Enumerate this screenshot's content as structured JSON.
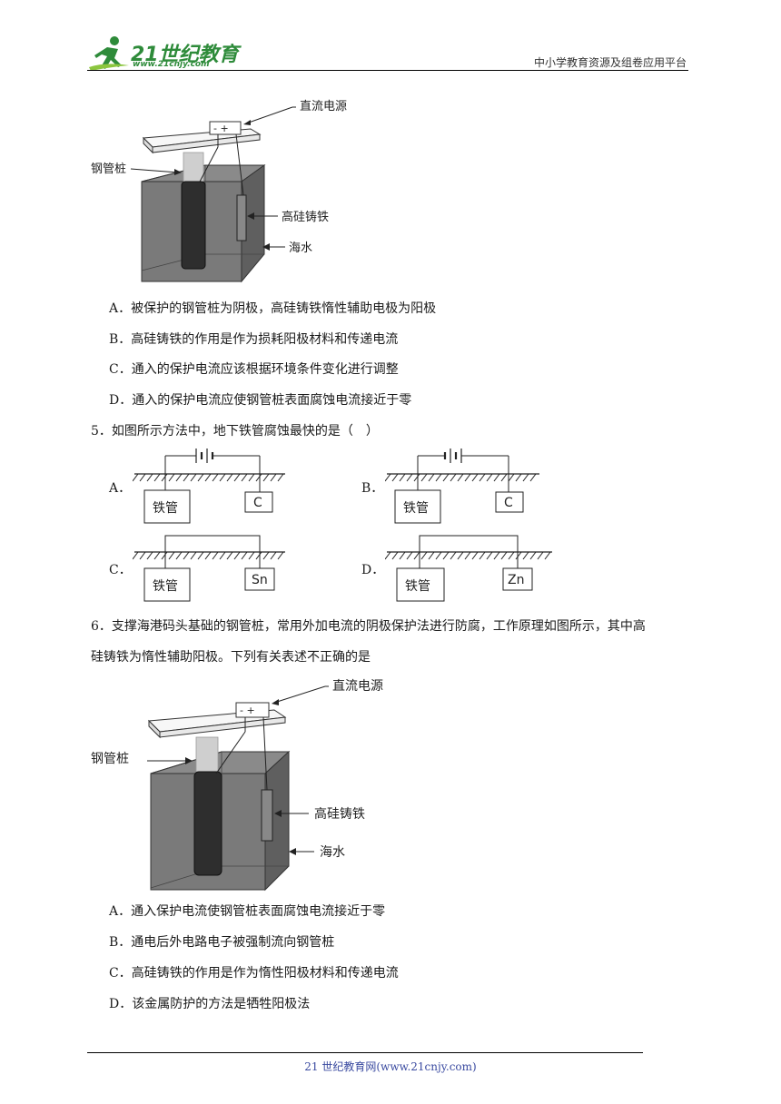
{
  "header": {
    "logo_text": "21世纪教育",
    "logo_url": "www.21cnjy.com",
    "right_text": "中小学教育资源及组卷应用平台"
  },
  "diagram1": {
    "power_label": "直流电源",
    "power_symbol": "- +",
    "pile_label": "钢管桩",
    "anode_label": "高硅铸铁",
    "water_label": "海水"
  },
  "q4_options": [
    "A．被保护的钢管桩为阴极，高硅铸铁惰性辅助电极为阳极",
    "B．高硅铸铁的作用是作为损耗阳极材料和传递电流",
    "C．通入的保护电流应该根据环境条件变化进行调整",
    "D．通入的保护电流应使钢管桩表面腐蚀电流接近于零"
  ],
  "q5": {
    "stem": "5．如图所示方法中，地下铁管腐蚀最快的是（　）",
    "options": [
      {
        "letter": "A．",
        "pipe": "铁管",
        "electrode": "C"
      },
      {
        "letter": "B．",
        "pipe": "铁管",
        "electrode": "C"
      },
      {
        "letter": "C．",
        "pipe": "铁管",
        "electrode": "Sn"
      },
      {
        "letter": "D．",
        "pipe": "铁管",
        "electrode": "Zn"
      }
    ]
  },
  "q6": {
    "stem_line1": "6．支撑海港码头基础的钢管桩，常用外加电流的阴极保护法进行防腐，工作原理如图所示，其中高",
    "stem_line2": "硅铸铁为惰性辅助阳极。下列有关表述不正确的是",
    "options": [
      "A．通入保护电流使钢管桩表面腐蚀电流接近于零",
      "B．通电后外电路电子被强制流向钢管桩",
      "C．高硅铸铁的作用是作为惰性阳极材料和传递电流",
      "D．该金属防护的方法是牺牲阳极法"
    ]
  },
  "diagram2": {
    "power_label": "直流电源",
    "power_symbol": "- +",
    "pile_label": "钢管桩",
    "anode_label": "高硅铸铁",
    "water_label": "海水"
  },
  "footer": {
    "text": "21 世纪教育网(www.21cnjy.com)"
  }
}
